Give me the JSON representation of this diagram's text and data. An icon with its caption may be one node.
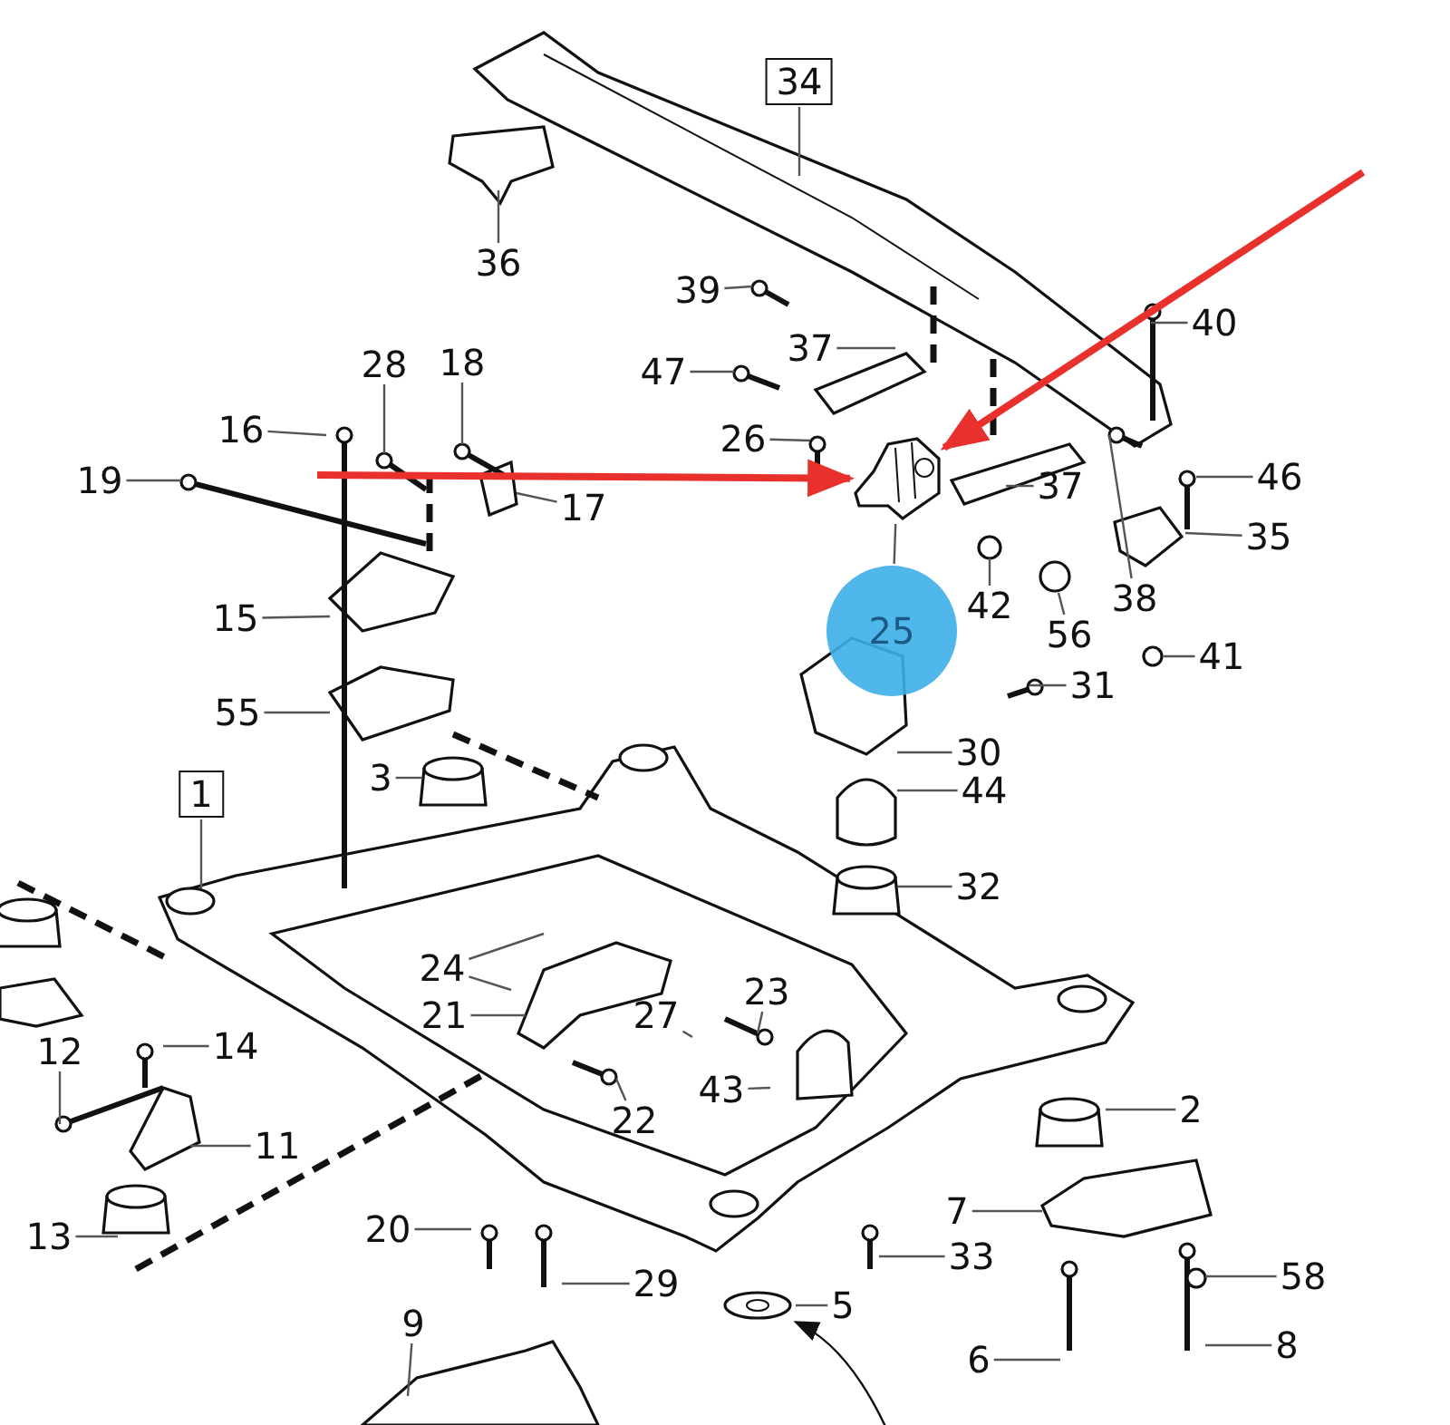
{
  "diagram": {
    "nodes": [
      {
        "text": [
          "34"
        ]
      },
      {
        "text": [
          "36"
        ]
      },
      {
        "text": [
          "39"
        ]
      },
      {
        "text": [
          "40"
        ]
      },
      {
        "text": [
          "37"
        ]
      },
      {
        "text": [
          "28"
        ]
      },
      {
        "text": [
          "18"
        ]
      },
      {
        "text": [
          "47"
        ]
      },
      {
        "text": [
          "16"
        ]
      },
      {
        "text": [
          "26"
        ]
      },
      {
        "text": [
          "19"
        ]
      },
      {
        "text": [
          "17"
        ]
      },
      {
        "text": [
          "46"
        ]
      },
      {
        "text": [
          "37"
        ]
      },
      {
        "text": [],
        "shape": "picture"
      },
      {
        "text": [
          "35"
        ]
      },
      {
        "text": [
          "38"
        ]
      },
      {
        "text": [
          "42"
        ]
      },
      {
        "text": [
          "25"
        ]
      },
      {
        "text": [
          "15"
        ]
      },
      {
        "text": [
          "56"
        ]
      },
      {
        "text": [
          "41"
        ]
      },
      {
        "text": [
          "31"
        ]
      },
      {
        "text": [
          "55"
        ]
      },
      {
        "text": [
          "30"
        ]
      },
      {
        "text": [
          "3"
        ]
      },
      {
        "text": [
          "44"
        ]
      },
      {
        "text": [
          "1"
        ]
      },
      {
        "text": [
          "32"
        ]
      },
      {
        "text": [
          "24"
        ]
      },
      {
        "text": [
          "23"
        ]
      },
      {
        "text": [
          "21"
        ]
      },
      {
        "text": [
          "27"
        ]
      },
      {
        "text": [
          "12"
        ]
      },
      {
        "text": [
          "14"
        ]
      },
      {
        "text": [
          "43"
        ]
      },
      {
        "text": [
          "22"
        ]
      },
      {
        "text": [
          "11"
        ]
      },
      {
        "text": [
          "2"
        ]
      },
      {
        "text": [
          "7"
        ]
      },
      {
        "text": [
          "13"
        ]
      },
      {
        "text": [
          "20"
        ]
      },
      {
        "text": [
          "33"
        ]
      },
      {
        "text": [
          "29"
        ]
      },
      {
        "text": [
          "58"
        ]
      },
      {
        "text": [
          "5"
        ]
      },
      {
        "text": [],
        "shape": "picture"
      },
      {
        "text": [
          "6"
        ]
      },
      {
        "text": [
          "8"
        ]
      },
      {
        "text": [
          "9"
        ]
      }
    ],
    "edges": [
      {
        "from": 0,
        "to": null,
        "arrow": "none"
      },
      {
        "from": 1,
        "to": null,
        "arrow": "none"
      },
      {
        "from": 2,
        "to": null,
        "arrow": "none"
      },
      {
        "from": 3,
        "to": null,
        "arrow": "none"
      },
      {
        "from": 4,
        "to": null,
        "arrow": "none"
      },
      {
        "from": 5,
        "to": null,
        "arrow": "none"
      },
      {
        "from": 6,
        "to": null,
        "arrow": "none"
      },
      {
        "from": 7,
        "to": null,
        "arrow": "none"
      },
      {
        "from": 8,
        "to": null,
        "arrow": "none"
      },
      {
        "from": 9,
        "to": null,
        "arrow": "none"
      },
      {
        "from": 10,
        "to": null,
        "arrow": "none"
      },
      {
        "from": 11,
        "to": null,
        "arrow": "none"
      },
      {
        "from": 12,
        "to": null,
        "arrow": "none"
      },
      {
        "from": 13,
        "to": null,
        "arrow": "none"
      },
      {
        "from": 15,
        "to": null,
        "arrow": "none"
      },
      {
        "from": 16,
        "to": null,
        "arrow": "none"
      },
      {
        "from": 17,
        "to": null,
        "arrow": "none"
      },
      {
        "from": 18,
        "to": 14,
        "arrow": "none"
      },
      {
        "from": 19,
        "to": null,
        "arrow": "none"
      },
      {
        "from": 20,
        "to": null,
        "arrow": "none"
      },
      {
        "from": 21,
        "to": null,
        "arrow": "none"
      },
      {
        "from": 22,
        "to": null,
        "arrow": "none"
      },
      {
        "from": 23,
        "to": null,
        "arrow": "none"
      },
      {
        "from": 24,
        "to": null,
        "arrow": "none"
      },
      {
        "from": 25,
        "to": null,
        "arrow": "none"
      },
      {
        "from": 26,
        "to": null,
        "arrow": "none"
      },
      {
        "from": 27,
        "to": null,
        "arrow": "none"
      },
      {
        "from": 28,
        "to": null,
        "arrow": "none"
      },
      {
        "from": 29,
        "to": null,
        "arrow": "none"
      },
      {
        "from": 29,
        "to": null,
        "arrow": "none"
      },
      {
        "from": 30,
        "to": null,
        "arrow": "none"
      },
      {
        "from": 31,
        "to": null,
        "arrow": "none"
      },
      {
        "from": 32,
        "to": null,
        "arrow": "none"
      },
      {
        "from": 33,
        "to": null,
        "arrow": "none"
      },
      {
        "from": 34,
        "to": null,
        "arrow": "none"
      },
      {
        "from": 35,
        "to": null,
        "arrow": "none"
      },
      {
        "from": 36,
        "to": null,
        "arrow": "none"
      },
      {
        "from": 37,
        "to": null,
        "arrow": "none"
      },
      {
        "from": 38,
        "to": null,
        "arrow": "none"
      },
      {
        "from": 39,
        "to": null,
        "arrow": "none"
      },
      {
        "from": 40,
        "to": null,
        "arrow": "none"
      },
      {
        "from": 41,
        "to": null,
        "arrow": "none"
      },
      {
        "from": 42,
        "to": null,
        "arrow": "none"
      },
      {
        "from": 43,
        "to": null,
        "arrow": "none"
      },
      {
        "from": 44,
        "to": null,
        "arrow": "none"
      },
      {
        "from": 45,
        "to": 46,
        "arrow": "none"
      },
      {
        "from": 47,
        "to": null,
        "arrow": "none"
      },
      {
        "from": 48,
        "to": null,
        "arrow": "none"
      },
      {
        "from": 49,
        "to": null,
        "arrow": "none"
      },
      {
        "from": null,
        "to": 14,
        "arrow": "to",
        "style": "thick",
        "color": "#e8312c"
      },
      {
        "from": null,
        "to": 14,
        "arrow": "to",
        "style": "thick",
        "color": "#e8312c"
      },
      {
        "from": null,
        "to": 46,
        "arrow": "to",
        "color": "#111111"
      }
    ]
  }
}
